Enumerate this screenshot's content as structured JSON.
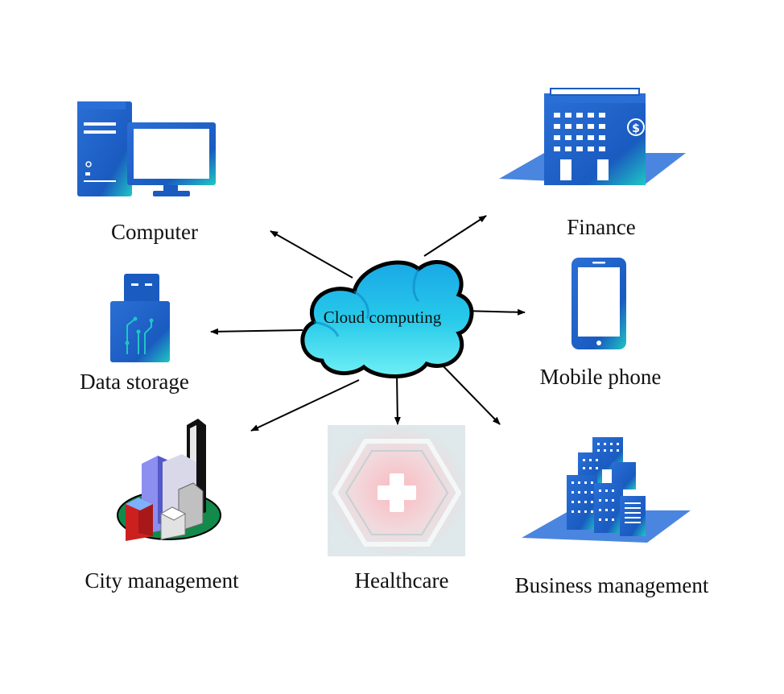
{
  "center": {
    "label": "Cloud computing"
  },
  "nodes": [
    {
      "id": "computer",
      "label": "Computer",
      "icon": "desktop-computer-icon"
    },
    {
      "id": "finance",
      "label": "Finance",
      "icon": "bank-building-icon"
    },
    {
      "id": "data-storage",
      "label": "Data storage",
      "icon": "usb-drive-icon"
    },
    {
      "id": "mobile-phone",
      "label": "Mobile phone",
      "icon": "smartphone-icon"
    },
    {
      "id": "city-management",
      "label": "City management",
      "icon": "city-skyline-icon"
    },
    {
      "id": "healthcare",
      "label": "Healthcare",
      "icon": "medical-cross-icon"
    },
    {
      "id": "business-management",
      "label": "Business management",
      "icon": "office-tower-icon"
    }
  ],
  "colors": {
    "icon_blue": "#1a5bc0",
    "icon_dark_blue": "#0d3f96",
    "icon_teal": "#1fc7c3",
    "cloud_fill": "#27c9ea",
    "cloud_stroke": "#000000",
    "arrow": "#000000",
    "ground": "#4a86e0"
  }
}
